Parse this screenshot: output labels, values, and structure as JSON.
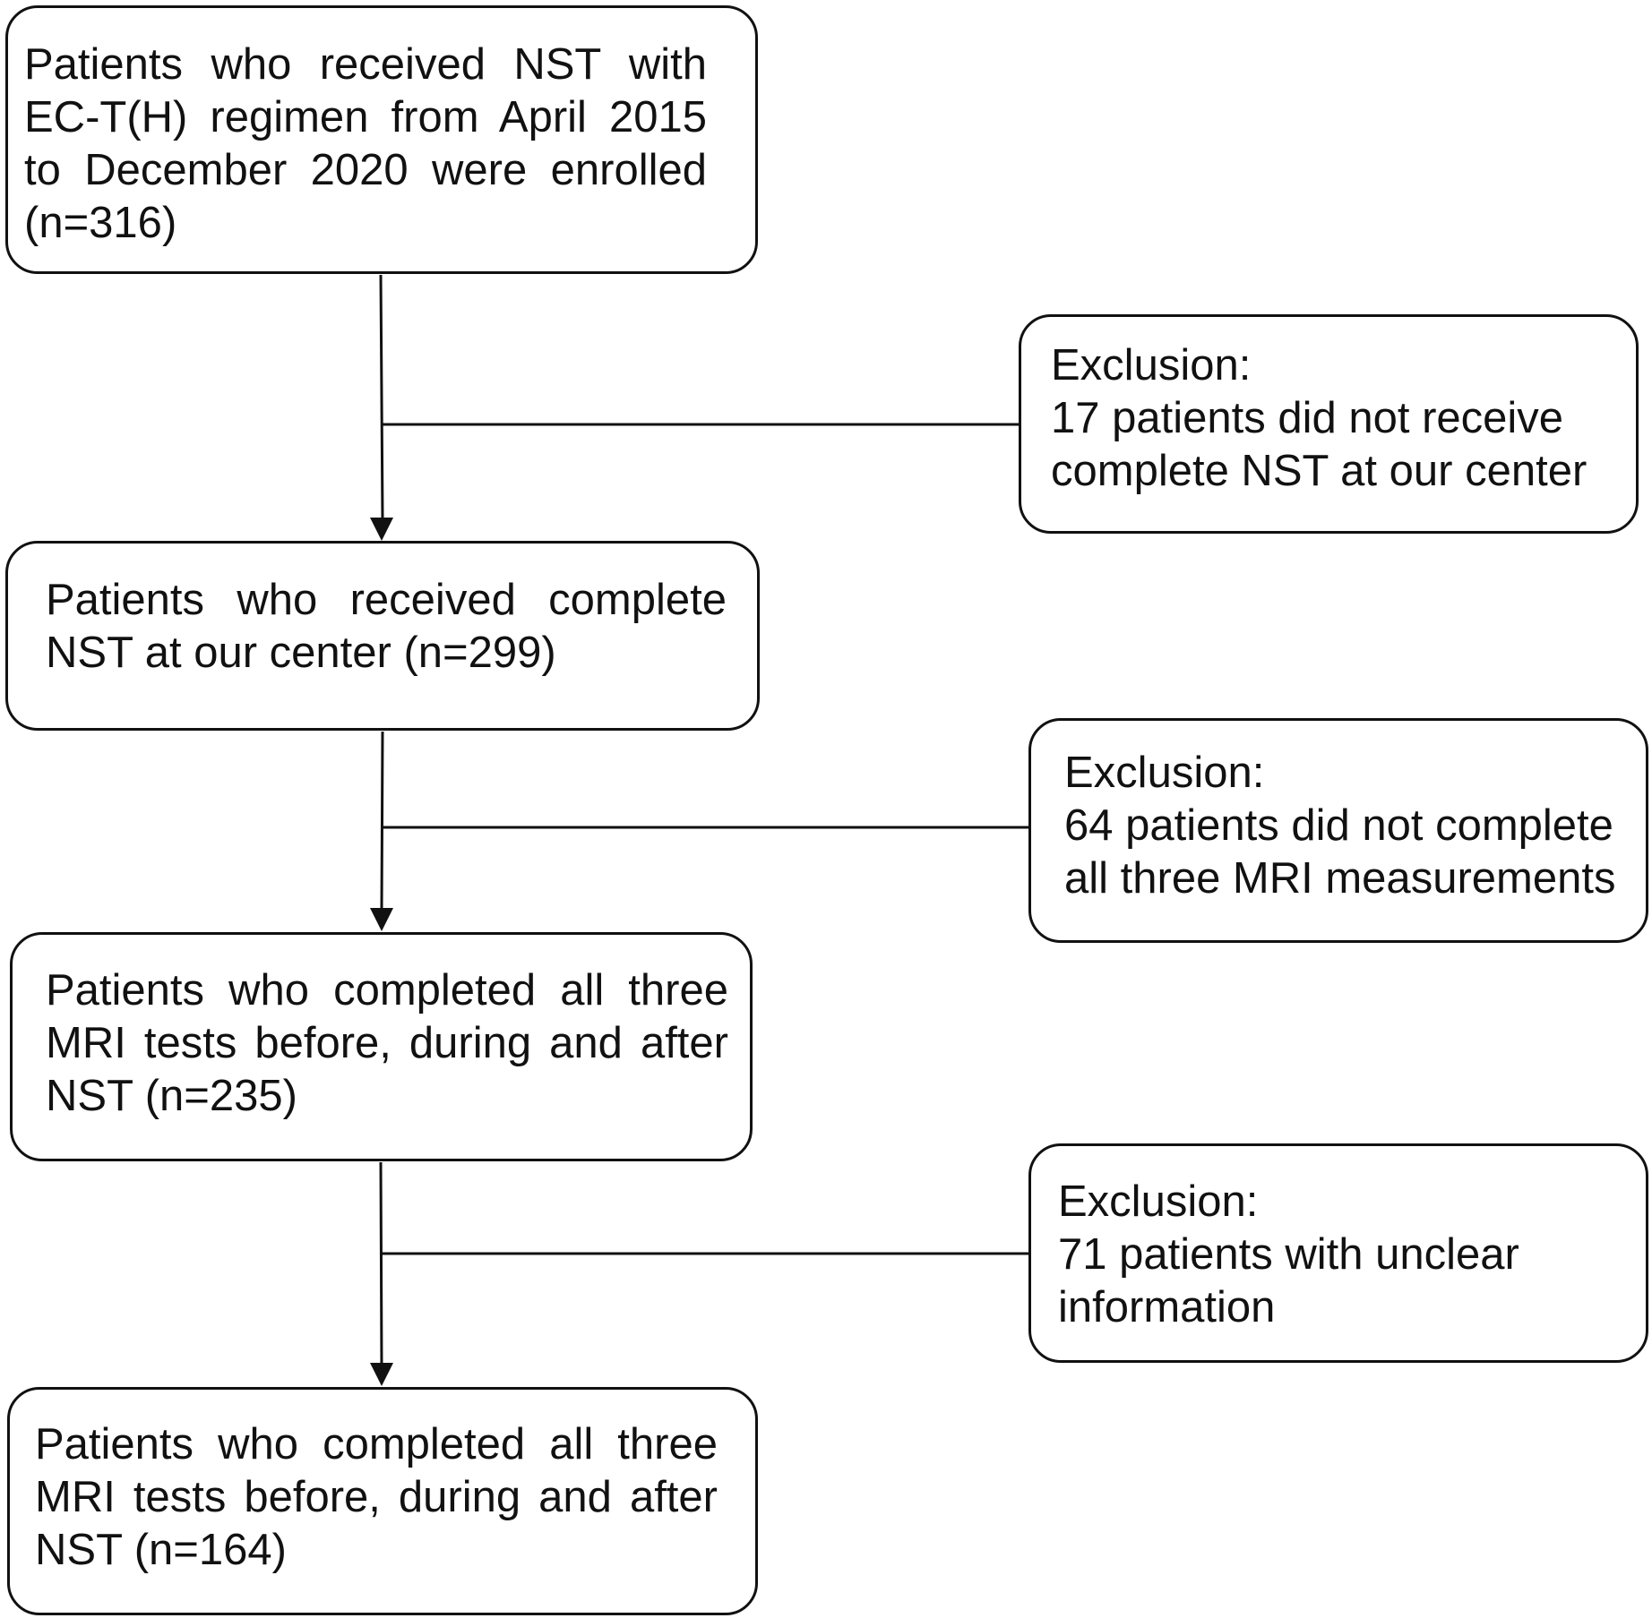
{
  "steps": [
    {
      "text": "Patients who received NST with EC-T(H) regimen from April 2015 to December 2020 were enrolled (n=316)"
    },
    {
      "text": "Patients who received complete NST at our center (n=299)"
    },
    {
      "text": "Patients who completed all three MRI tests before, during and after NST (n=235)"
    },
    {
      "text": "Patients who completed all three MRI tests before, during and after NST (n=164)"
    }
  ],
  "exclusions": [
    {
      "heading": "Exclusion:",
      "text": "17 patients did not receive complete NST at our center"
    },
    {
      "heading": "Exclusion:",
      "text": "64 patients did not complete all three MRI measurements"
    },
    {
      "heading": "Exclusion:",
      "text": "71 patients with unclear information"
    }
  ],
  "colors": {
    "line": "#111111",
    "background": "#ffffff",
    "text": "#111111"
  }
}
